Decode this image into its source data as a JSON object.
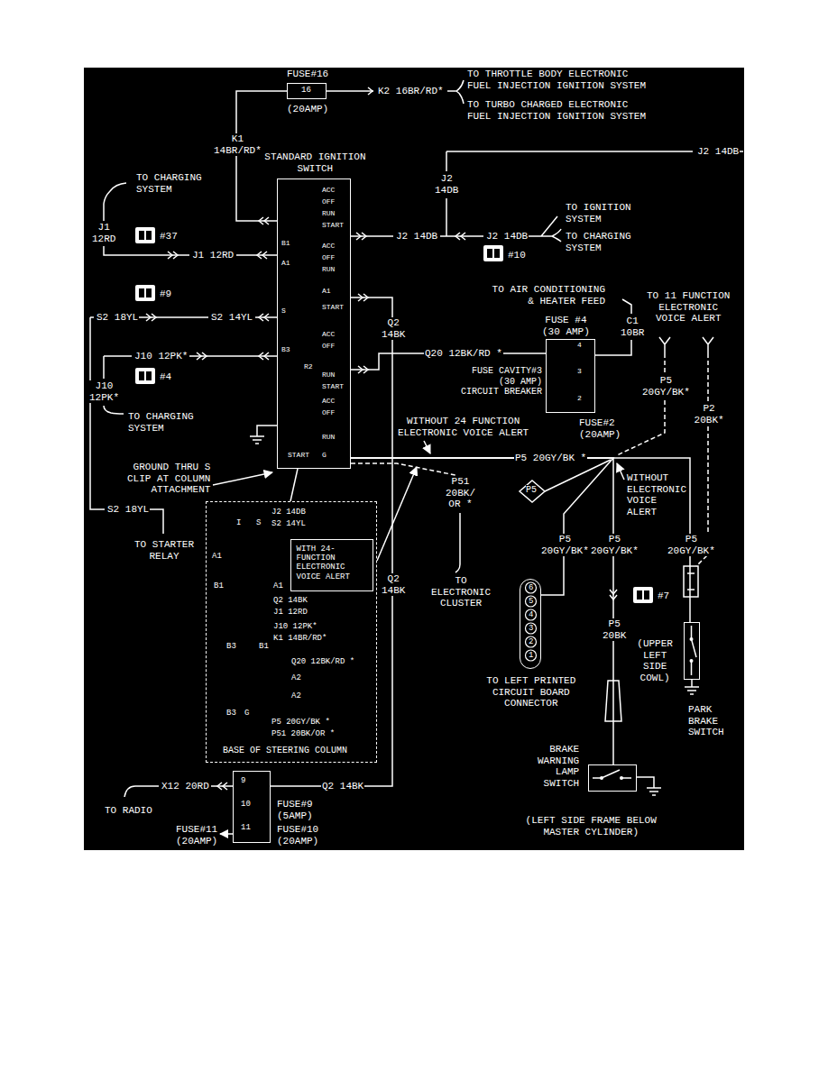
{
  "diagram": {
    "nodes": [
      {
        "text": [
          "FUSE#16",
          "16",
          "(20AMP)"
        ]
      },
      {
        "text": [
          "STANDARD IGNITION SWITCH"
        ]
      },
      {
        "text": [
          "FUSE #4 (30 AMP)",
          "4",
          "3",
          "2",
          "FUSE#2 (20AMP)"
        ]
      },
      {
        "text": [
          "P5"
        ]
      },
      {
        "text": [
          "BASE OF STEERING COLUMN"
        ]
      },
      {
        "text": [
          "WITH 24- FUNCTION ELECTRONIC VOICE ALERT"
        ],
        "in": 4
      },
      {
        "text": [
          "6",
          "5",
          "4",
          "3",
          "2",
          "1",
          "TO LEFT PRINTED CIRCUIT BOARD CONNECTOR"
        ]
      },
      {
        "text": [
          "PARK BRAKE SWITCH"
        ]
      },
      {
        "text": [
          "BRAKE WARNING LAMP SWITCH"
        ]
      },
      {
        "text": [
          "9",
          "10",
          "11",
          "FUSE#9 (5AMP)",
          "FUSE#10 (20AMP)"
        ]
      }
    ],
    "edges": [
      {
        "from": 0,
        "to": 1,
        "arrow": "none",
        "label": "K1 14BR/RD*"
      },
      {
        "from": 1,
        "to": 2,
        "arrow": "none",
        "label": "Q20 12BK/RD *"
      },
      {
        "from": 1,
        "to": 9,
        "arrow": "none",
        "label": "Q2 14BK"
      },
      {
        "from": 1,
        "to": 6,
        "arrow": "none",
        "label": "P5 20GY/BK *"
      },
      {
        "from": 1,
        "to": 8,
        "arrow": "none"
      },
      {
        "from": 1,
        "to": 7,
        "arrow": "none"
      }
    ],
    "labels": [
      "TO THROTTLE BODY ELECTRONIC FUEL INJECTION IGNITION SYSTEM",
      "K2 16BR/RD*",
      "TO TURBO CHARGED ELECTRONIC FUEL INJECTION IGNITION SYSTEM",
      "J2 14DB",
      "TO CHARGING SYSTEM",
      "J2 14DB",
      "J1 12RD",
      "#37",
      "J1 12RD",
      "J2 14DB",
      "TO IGNITION SYSTEM",
      "J2 14DB",
      "TO CHARGING SYSTEM",
      "#10",
      "TO AIR CONDITIONING & HEATER FEED",
      "TO 11 FUNCTION ELECTRONIC VOICE ALERT",
      "#9",
      "S2 18YL",
      "S2 14YL",
      "Q2 14BK",
      "C1 10BR",
      "J10 12PK*",
      "#4",
      "J10 12PK*",
      "FUSE CAVITY#3 (30 AMP) CIRCUIT BREAKER",
      "P5 20GY/BK*",
      "P2 20BK*",
      "TO CHARGING SYSTEM",
      "WITHOUT 24 FUNCTION ELECTRONIC VOICE ALERT",
      "GROUND THRU S CLIP AT COLUMN ATTACHMENT",
      "P51 20BK/ OR *",
      "WITHOUT ELECTRONIC VOICE ALERT",
      "S2 18YL",
      "TO STARTER RELAY",
      "TO ELECTRONIC CLUSTER",
      "P5 20GY/BK*",
      "P5 20GY/BK*",
      "P5 20GY/BK*",
      "#7",
      "P5 20BK",
      "(UPPER LEFT SIDE COWL)",
      "X12 20RD",
      "TO RADIO",
      "FUSE#11 (20AMP)",
      "(LEFT SIDE FRAME BELOW MASTER CYLINDER)",
      "ACC",
      "OFF",
      "RUN",
      "START",
      "B1",
      "A1",
      "ACC",
      "OFF",
      "RUN",
      "A1",
      "START",
      "S",
      "ACC",
      "OFF",
      "B3",
      "R2",
      "RUN",
      "START",
      "ACC",
      "OFF",
      "RUN",
      "G",
      "START",
      "I",
      "S",
      "J2 14DB",
      "S2 14YL",
      "A1",
      "B1",
      "A1",
      "Q2 14BK",
      "J1 12RD",
      "J10 12PK*",
      "K1 14BR/RD*",
      "B3",
      "B1",
      "Q20 12BK/RD *",
      "A2",
      "A2",
      "B3",
      "G",
      "P5 20GY/BK *",
      "P51 20BK/OR *",
      "Q2 14BK"
    ]
  }
}
